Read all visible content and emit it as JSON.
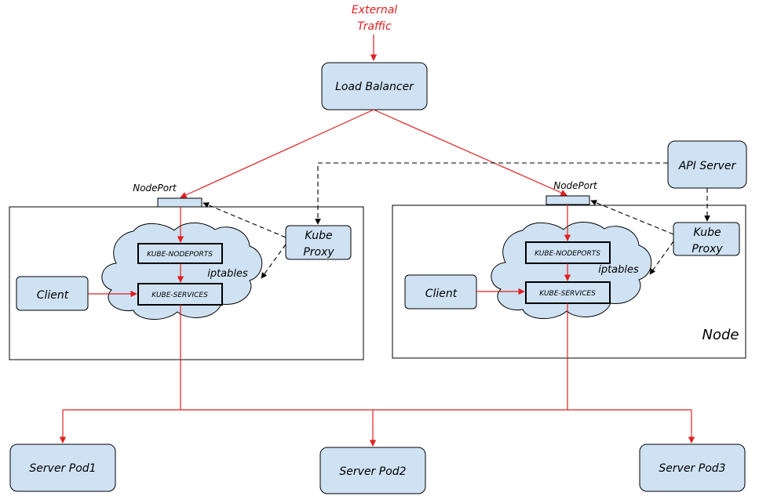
{
  "external_traffic": [
    "External",
    "Traffic"
  ],
  "load_balancer": "Load Balancer",
  "api_server": "API Server",
  "node_label": "Node",
  "nodes": [
    {
      "nodeport": "NodePort",
      "kube_proxy": [
        "Kube",
        "Proxy"
      ],
      "kube_nodeports": "KUBE-NODEPORTS",
      "kube_services": "KUBE-SERVICES",
      "iptables": "iptables",
      "client": "Client"
    },
    {
      "nodeport": "NodePort",
      "kube_proxy": [
        "Kube",
        "Proxy"
      ],
      "kube_nodeports": "KUBE-NODEPORTS",
      "kube_services": "KUBE-SERVICES",
      "iptables": "iptables",
      "client": "Client"
    }
  ],
  "pods": [
    "Server Pod1",
    "Server Pod2",
    "Server Pod3"
  ],
  "colors": {
    "box_fill": "#cfe2f3",
    "traffic_red": "#e02020"
  }
}
